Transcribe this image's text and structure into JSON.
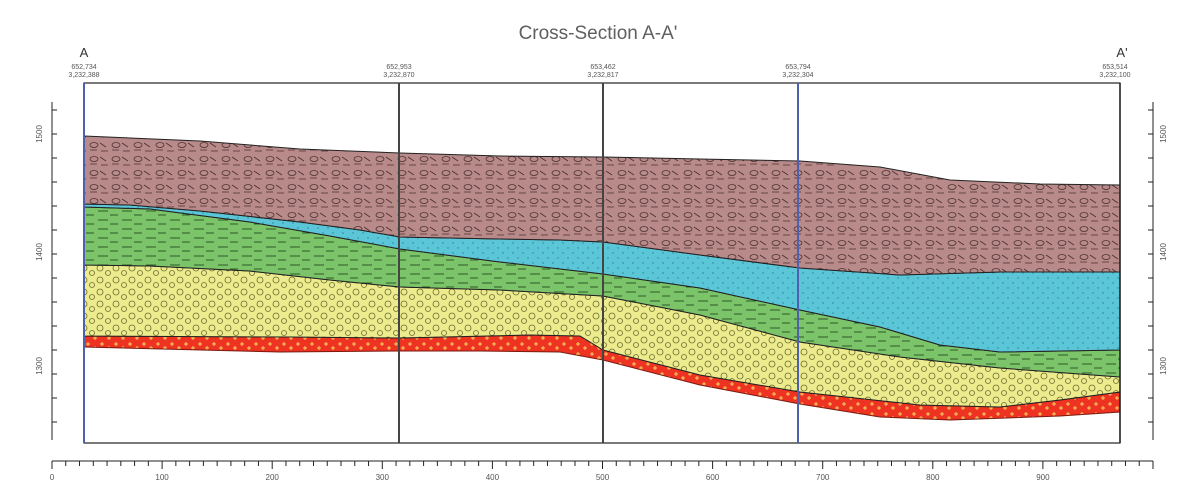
{
  "title": "Cross-Section A-A'",
  "section_start_label": "A",
  "section_end_label": "A'",
  "boreholes": [
    {
      "line1": "652,734",
      "line2": "3,232,388"
    },
    {
      "line1": "652,953",
      "line2": "3,232,870"
    },
    {
      "line1": "653,462",
      "line2": "3,232,817"
    },
    {
      "line1": "653,794",
      "line2": "3,232,304"
    },
    {
      "line1": "653,514",
      "line2": "3,232,100"
    }
  ],
  "elevation_ticks": [
    "1500",
    "1400",
    "1300"
  ],
  "distance_ticks": [
    "0",
    "100",
    "200",
    "300",
    "400",
    "500",
    "600",
    "700",
    "800",
    "900"
  ],
  "colors": {
    "frame": "#222222",
    "well_blue": "#5060b0",
    "layer_top": "#b98a8a",
    "layer_cyan": "#5bc6d8",
    "layer_green": "#7cc46a",
    "layer_yellow": "#eceb8e",
    "layer_red": "#ee3322"
  }
}
